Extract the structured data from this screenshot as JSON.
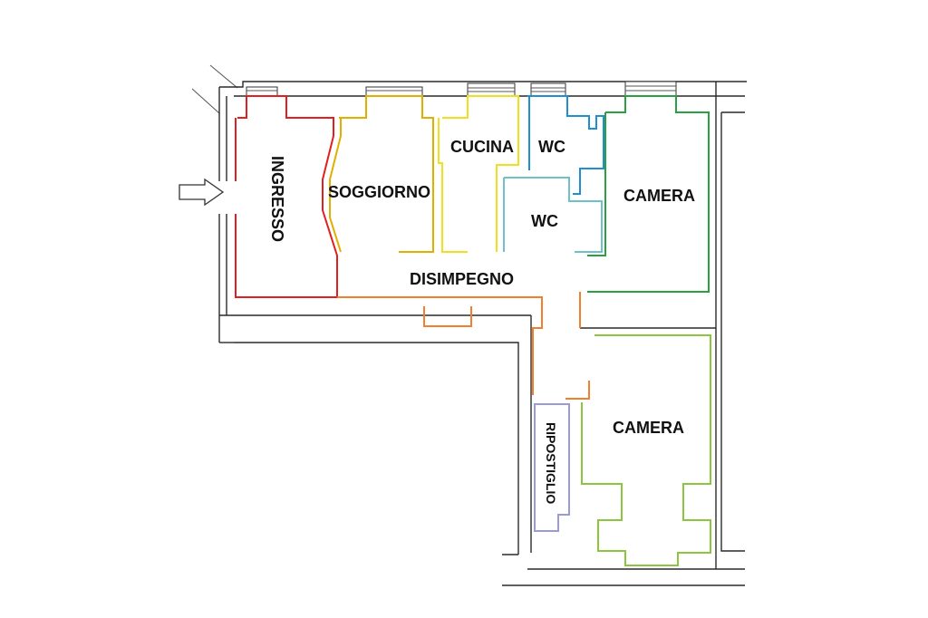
{
  "rooms": {
    "ingresso": {
      "label": "INGRESSO",
      "color": "#e02020"
    },
    "soggiorno": {
      "label": "SOGGIORNO",
      "color": "#e0b000"
    },
    "cucina": {
      "label": "CUCINA",
      "color": "#f0e020"
    },
    "wc_top": {
      "label": "WC",
      "color": "#1f8fd0"
    },
    "wc_mid": {
      "label": "WC",
      "color": "#70c0c8"
    },
    "camera_top": {
      "label": "CAMERA",
      "color": "#2aa040"
    },
    "disimpegno": {
      "label": "DISIMPEGNO",
      "color": "#f08030"
    },
    "camera_bottom": {
      "label": "CAMERA",
      "color": "#8cc63e"
    },
    "ripostiglio": {
      "label": "RIPOSTIGLIO",
      "color": "#9a9ad8"
    }
  }
}
